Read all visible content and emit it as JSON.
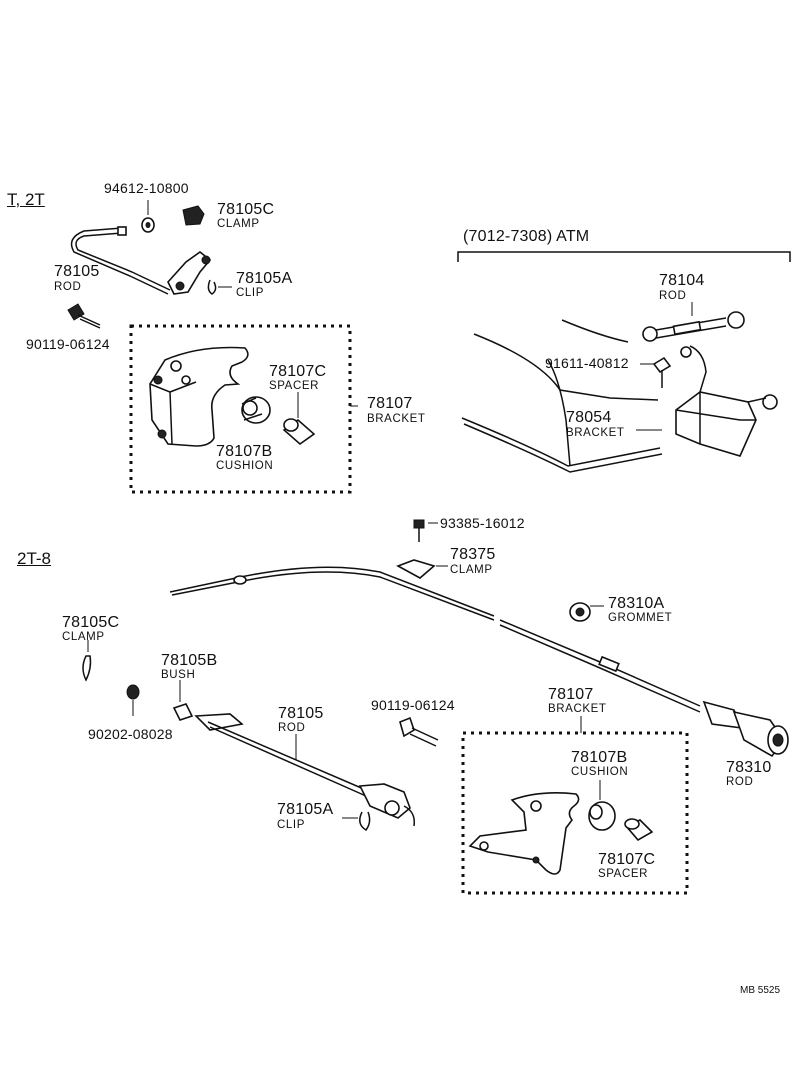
{
  "sections": {
    "t2t": "T, 2T",
    "atm": "(7012-7308)  ATM",
    "t2b": "2T-8"
  },
  "top_left": {
    "p94612": "94612-10800",
    "p78105c_num": "78105C",
    "p78105c_name": "CLAMP",
    "p78105_num": "78105",
    "p78105_name": "ROD",
    "p78105a_num": "78105A",
    "p78105a_name": "CLIP",
    "p90119": "90119-06124",
    "p78107c_num": "78107C",
    "p78107c_name": "SPACER",
    "p78107_num": "78107",
    "p78107_name": "BRACKET",
    "p78107b_num": "78107B",
    "p78107b_name": "CUSHION"
  },
  "atm_parts": {
    "p78104_num": "78104",
    "p78104_name": "ROD",
    "p91611": "91611-40812",
    "p78054_num": "78054",
    "p78054_name": "BRACKET"
  },
  "bottom": {
    "p93385": "93385-16012",
    "p78375_num": "78375",
    "p78375_name": "CLAMP",
    "p78310a_num": "78310A",
    "p78310a_name": "GROMMET",
    "p78105c_num": "78105C",
    "p78105c_name": "CLAMP",
    "p78105b_num": "78105B",
    "p78105b_name": "BUSH",
    "p90202": "90202-08028",
    "p78105_num": "78105",
    "p78105_name": "ROD",
    "p90119": "90119-06124",
    "p78107_num": "78107",
    "p78107_name": "BRACKET",
    "p78107b_num": "78107B",
    "p78107b_name": "CUSHION",
    "p78105a_num": "78105A",
    "p78105a_name": "CLIP",
    "p78107c_num": "78107C",
    "p78107c_name": "SPACER",
    "p78310_num": "78310",
    "p78310_name": "ROD"
  },
  "footer": {
    "code": "MB 5525"
  }
}
